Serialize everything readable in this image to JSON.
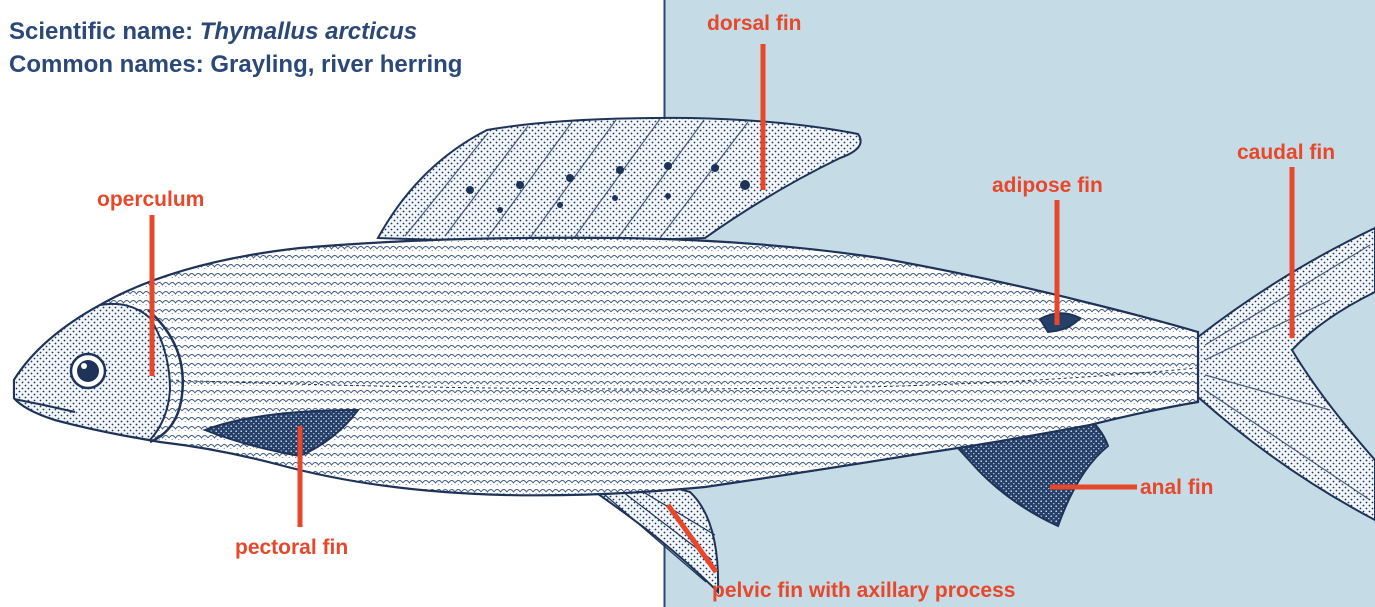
{
  "header": {
    "scientific_prefix": "Scientific name: ",
    "scientific_name": "Thymallus arcticus",
    "common_names": "Common names: Grayling, river herring"
  },
  "labels": {
    "dorsal_fin": "dorsal fin",
    "caudal_fin": "caudal fin",
    "adipose_fin": "adipose fin",
    "operculum": "operculum",
    "anal_fin": "anal fin",
    "pectoral_fin": "pectoral fin",
    "pelvic_fin": "pelvic fin with axillary process"
  },
  "colors": {
    "header_text": "#2c4877",
    "label_red": "#e7472a",
    "panel_blue": "#c5dce6",
    "outline": "#1f3358"
  }
}
